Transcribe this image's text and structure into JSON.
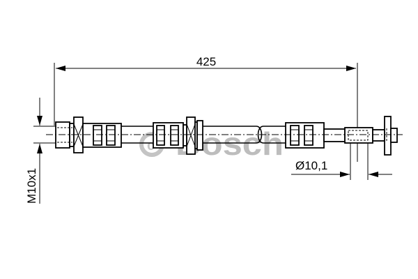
{
  "drawing": {
    "length_dimension": "425",
    "diameter_dimension": "Ø10,1",
    "thread_dimension": "M10x1",
    "watermark": "© BOSCH"
  }
}
